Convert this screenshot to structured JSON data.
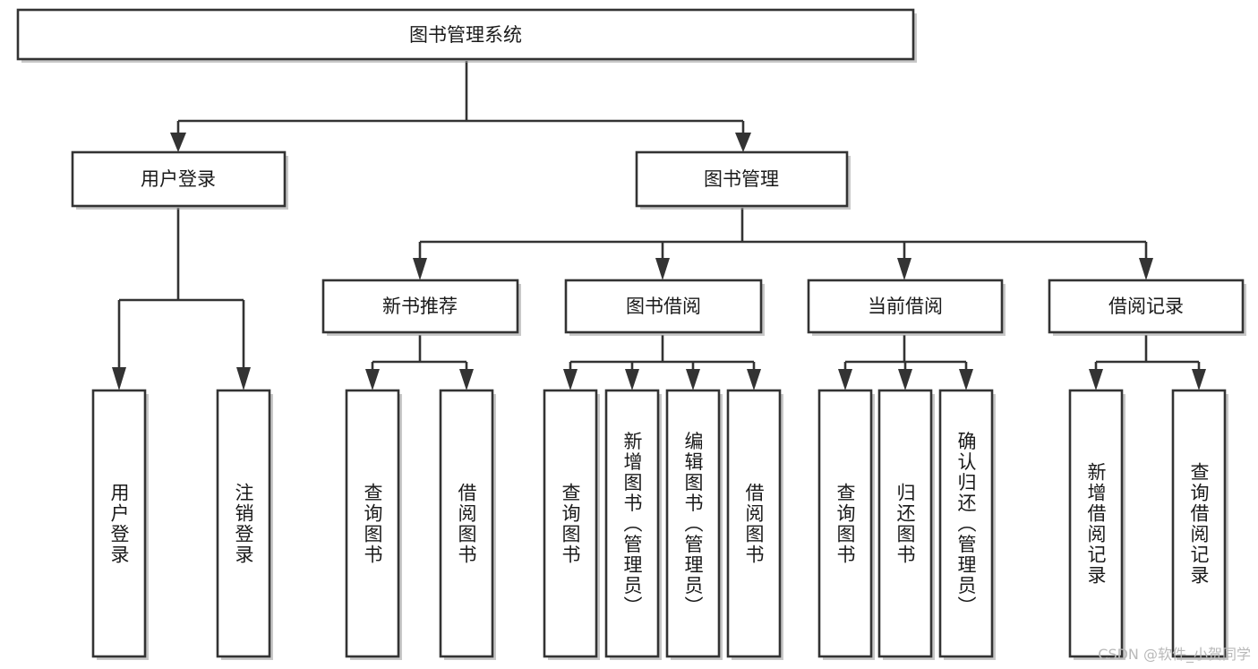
{
  "diagram": {
    "type": "tree-hierarchy-chart",
    "title_node": {
      "label": "图书管理系统"
    },
    "level2": [
      {
        "id": "user-login",
        "label": "用户登录"
      },
      {
        "id": "book-management",
        "label": "图书管理"
      }
    ],
    "level3": [
      {
        "id": "new-book-recommend",
        "label": "新书推荐",
        "parent": "book-management"
      },
      {
        "id": "book-borrow",
        "label": "图书借阅",
        "parent": "book-management"
      },
      {
        "id": "current-borrow",
        "label": "当前借阅",
        "parent": "book-management"
      },
      {
        "id": "borrow-record",
        "label": "借阅记录",
        "parent": "book-management"
      }
    ],
    "leaves": {
      "user-login": [
        {
          "id": "leaf-user-login",
          "label": "用户登录"
        },
        {
          "id": "leaf-logout-login",
          "label": "注销登录"
        }
      ],
      "new-book-recommend": [
        {
          "id": "leaf-query-book-1",
          "label": "查询图书"
        },
        {
          "id": "leaf-borrow-book-1",
          "label": "借阅图书"
        }
      ],
      "book-borrow": [
        {
          "id": "leaf-query-book-2",
          "label": "查询图书"
        },
        {
          "id": "leaf-add-book",
          "label": "新增图书（管理员）"
        },
        {
          "id": "leaf-edit-book",
          "label": "编辑图书（管理员）"
        },
        {
          "id": "leaf-borrow-book-2",
          "label": "借阅图书"
        }
      ],
      "current-borrow": [
        {
          "id": "leaf-query-book-3",
          "label": "查询图书"
        },
        {
          "id": "leaf-return-book",
          "label": "归还图书"
        },
        {
          "id": "leaf-confirm-return",
          "label": "确认归还（管理员）"
        }
      ],
      "borrow-record": [
        {
          "id": "leaf-add-record",
          "label": "新增借阅记录"
        },
        {
          "id": "leaf-query-record",
          "label": "查询借阅记录"
        }
      ]
    },
    "colors": {
      "box_stroke": "#333333",
      "box_fill": "#ffffff",
      "connector": "#333333",
      "text": "#1a1a1a",
      "watermark": "#b9b9b9",
      "background": "#ffffff"
    }
  },
  "watermark": {
    "text": "CSDN @软件_小贺同学"
  }
}
